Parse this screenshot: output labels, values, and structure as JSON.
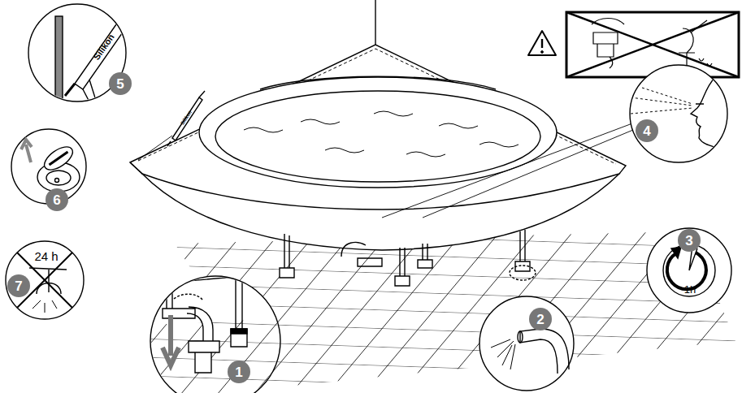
{
  "diagram": {
    "labels": [
      "5",
      "Silikon",
      "Silikon",
      "6",
      "7",
      "24 h",
      "1",
      "4",
      "2",
      "3",
      "1h"
    ]
  }
}
